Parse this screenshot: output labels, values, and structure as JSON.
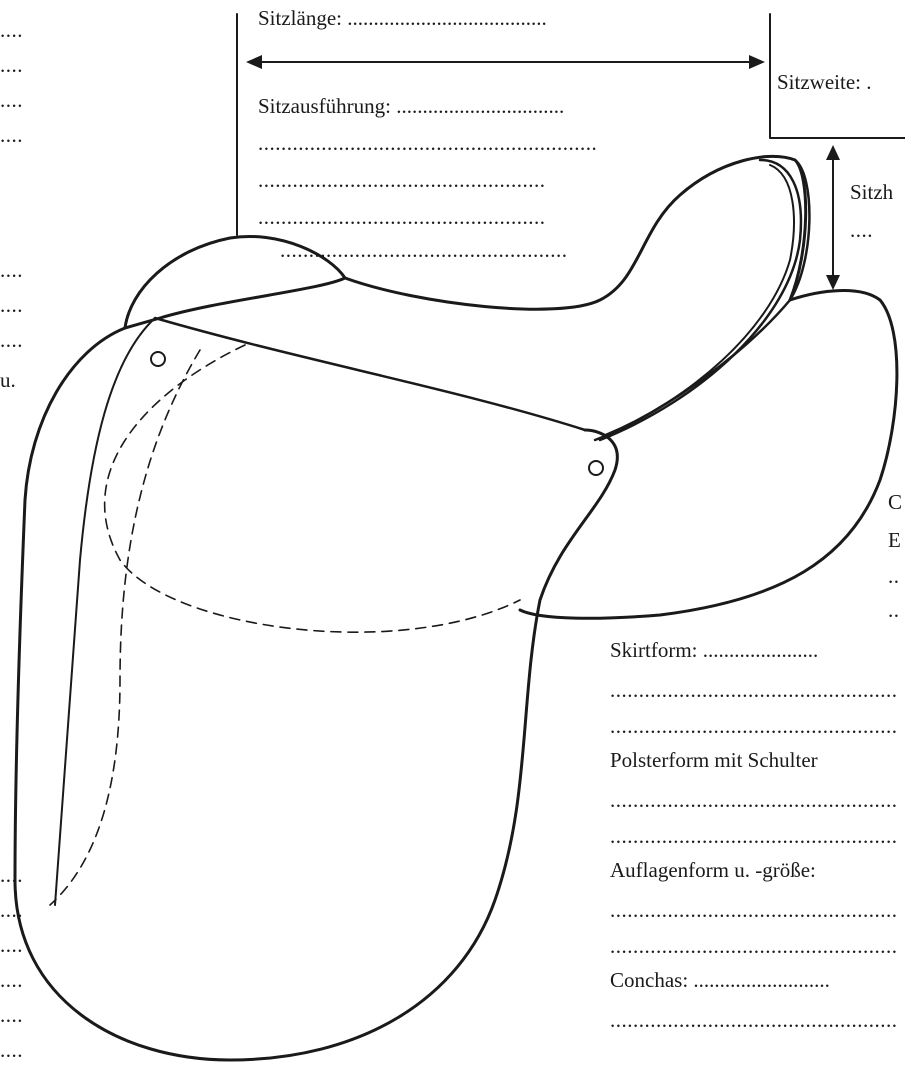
{
  "labels": {
    "sitzlaenge": "Sitzlänge: ......................................",
    "sitzausfuehrung": "Sitzausführung: ................................",
    "sitzweite": "Sitzweite: .",
    "sitzhoehe": "Sitzh",
    "cut_c": "C",
    "cut_e": "E",
    "skirtform": "Skirtform: ......................",
    "polsterform": "Polsterform mit Schulter",
    "auflagenform": "Auflagenform u. -größe:",
    "conchas": "Conchas: ..........................",
    "left_u": "u."
  },
  "dot_lines": {
    "long": "...........................................................",
    "mid": "..................................................",
    "short": "...........",
    "tiny": "....",
    "stub": ".."
  }
}
